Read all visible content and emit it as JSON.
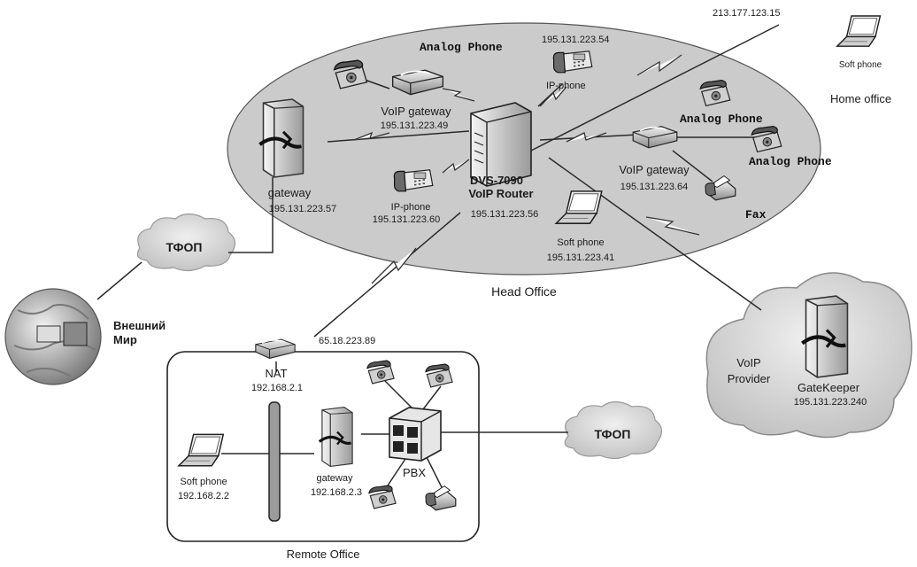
{
  "head_office": {
    "title": "Head Office",
    "router_name": "DVS-7090",
    "router_sub": "VoIP Router",
    "router_ip": "195.131.223.56",
    "analog_phone_top": "Analog Phone",
    "voip_gw_left": "VoIP gateway",
    "voip_gw_left_ip": "195.131.223.49",
    "ip_phone_top": "IP-phone",
    "ip_phone_top_ip": "195.131.223.54",
    "gateway": "gateway",
    "gateway_ip": "195.131.223.57",
    "ip_phone_bottom": "IP-phone",
    "ip_phone_bottom_ip": "195.131.223.60",
    "analog_phone_right1": "Analog Phone",
    "analog_phone_right2": "Analog Phone",
    "voip_gw_right": "VoIP gateway",
    "voip_gw_right_ip": "195.131.223.64",
    "fax": "Fax",
    "soft_phone": "Soft phone",
    "soft_phone_ip": "195.131.223.41"
  },
  "home_office": {
    "ip": "213.177.123.15",
    "soft_phone": "Soft phone",
    "title": "Home office"
  },
  "pstn_left": "ТФОП",
  "pstn_right": "ТФОП",
  "outer_world": {
    "line1": "Внешний",
    "line2": "Мир"
  },
  "provider": {
    "line1": "VoIP",
    "line2": "Provider",
    "gatekeeper": "GateKeeper",
    "gatekeeper_ip": "195.131.223.240"
  },
  "remote_office": {
    "title": "Remote Office",
    "nat": "NAT",
    "nat_ip": "192.168.2.1",
    "wan_ip": "65.18.223.89",
    "soft_phone": "Soft phone",
    "soft_phone_ip": "192.168.2.2",
    "gateway": "gateway",
    "gateway_ip": "192.168.2.3",
    "pbx": "PBX"
  }
}
